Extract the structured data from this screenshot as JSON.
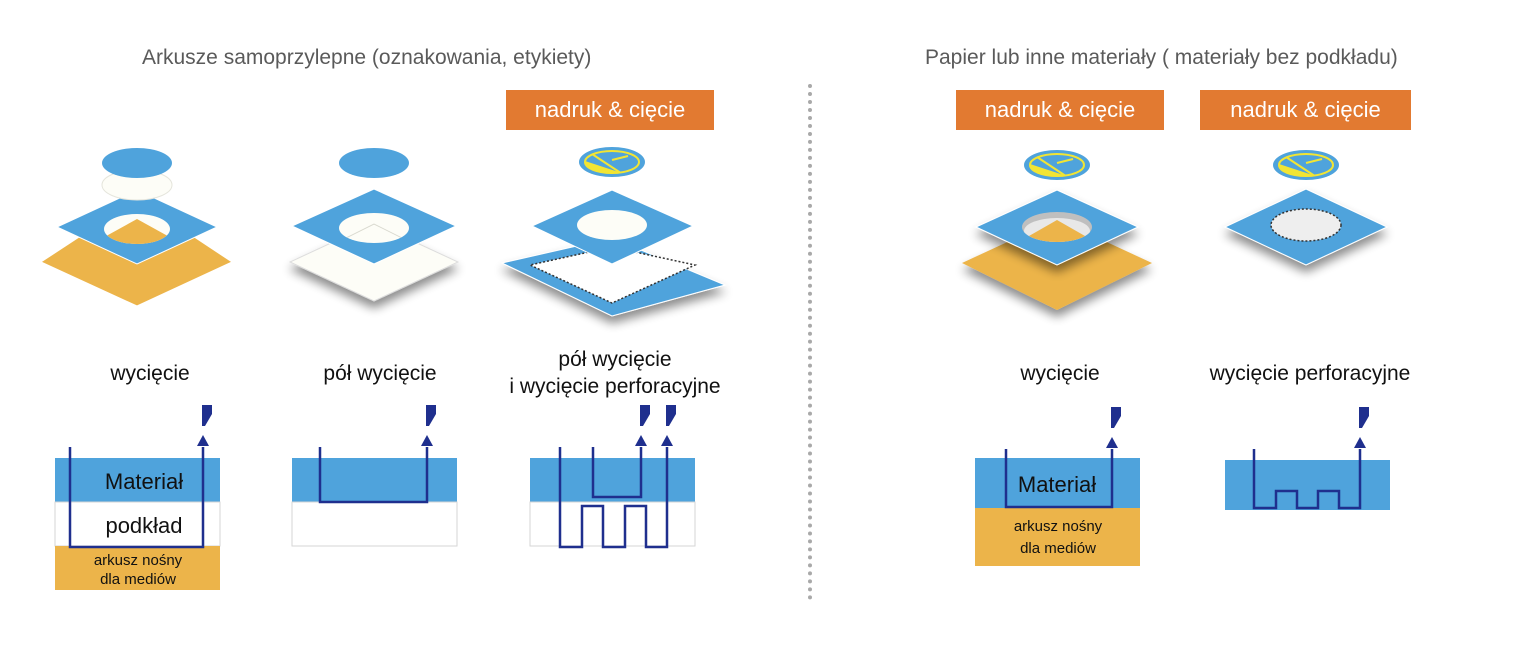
{
  "colors": {
    "material_blue": "#4fa3dc",
    "carrier_orange": "#ecb44a",
    "liner_white": "#fdfdf7",
    "cut_line_navy": "#1f2f8e",
    "badge_orange": "#e27a31",
    "print_yellow": "#f2e533"
  },
  "sections": [
    {
      "title": "Arkusze samoprzylepne (oznakowania, etykiety)",
      "panels": [
        {
          "caption": "wycięcie",
          "badge": null,
          "layers": {
            "material": "Materiał",
            "liner": "podkład",
            "carrier_line1": "arkusz nośny",
            "carrier_line2": "dla mediów"
          }
        },
        {
          "caption": "pół wycięcie",
          "badge": null
        },
        {
          "caption_line1": "pół wycięcie",
          "caption_line2": "i wycięcie perforacyjne",
          "badge": "nadruk & cięcie"
        }
      ]
    },
    {
      "title": "Papier lub inne materiały ( materiały bez podkładu)",
      "panels": [
        {
          "caption": "wycięcie",
          "badge": "nadruk & cięcie",
          "layers": {
            "material": "Materiał",
            "carrier_line1": "arkusz nośny",
            "carrier_line2": "dla mediów"
          }
        },
        {
          "caption": "wycięcie perforacyjne",
          "badge": "nadruk & cięcie"
        }
      ]
    }
  ]
}
